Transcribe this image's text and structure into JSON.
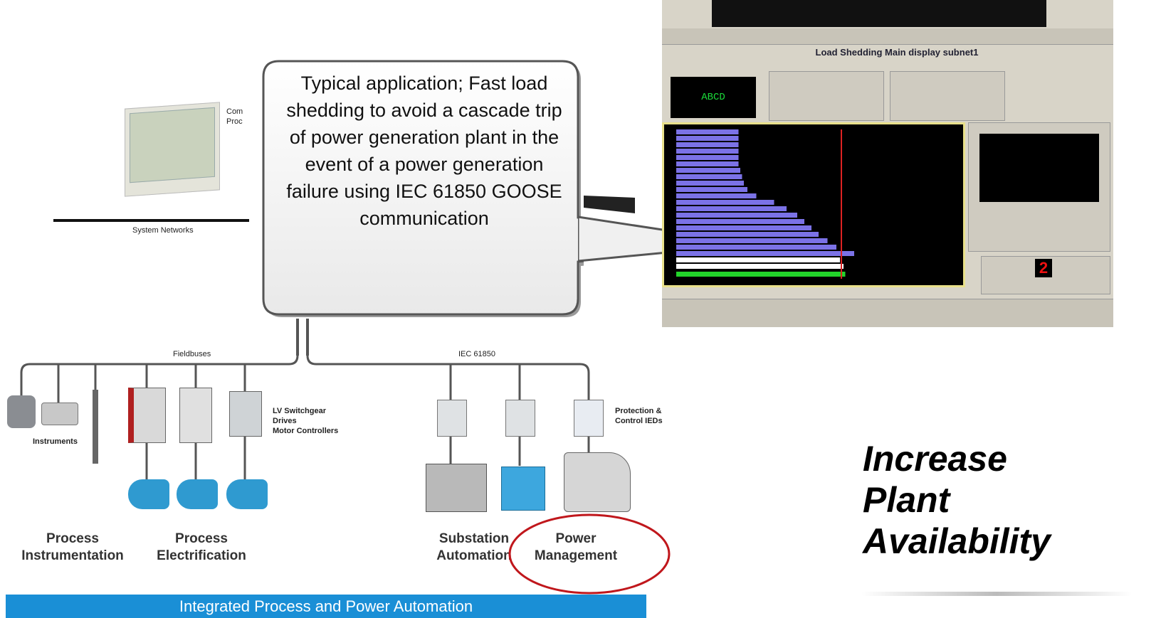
{
  "diagram": {
    "system_networks_label": "System Networks",
    "operator_label": "Com\nProc",
    "fieldbuses_label": "Fieldbuses",
    "iec_label": "IEC 61850",
    "instruments_label": "Instruments",
    "lv_label": "LV Switchgear\nDrives\nMotor Controllers",
    "protection_label": "Protection &\nControl IEDs",
    "categories": [
      {
        "label": "Process\nInstrumentation"
      },
      {
        "label": "Process\nElectrification"
      },
      {
        "label": "Substation\nAutomation"
      },
      {
        "label": "Power\nManagement"
      }
    ],
    "bottom_bar": "Integrated Process and Power Automation",
    "highlight_color": "#c0171c",
    "bar_color": "#1a8fd6"
  },
  "callout": {
    "text": "Typical application; Fast load shedding to avoid a cascade trip of power generation plant in the event of a power generation failure using IEC 61850 GOOSE communication"
  },
  "slogan": {
    "line1": "Increase",
    "line2": "Plant",
    "line3": "Availability"
  },
  "screenshot": {
    "title": "Load Shedding Main display subnet1",
    "code_display": "ABCD",
    "power_value": "2",
    "bar_levels": [
      0.35,
      0.35,
      0.35,
      0.35,
      0.35,
      0.35,
      0.36,
      0.37,
      0.38,
      0.4,
      0.45,
      0.55,
      0.62,
      0.68,
      0.72,
      0.76,
      0.8,
      0.85,
      0.9,
      1.0,
      0.92,
      0.94
    ],
    "accent_color": "#7b72e6"
  }
}
